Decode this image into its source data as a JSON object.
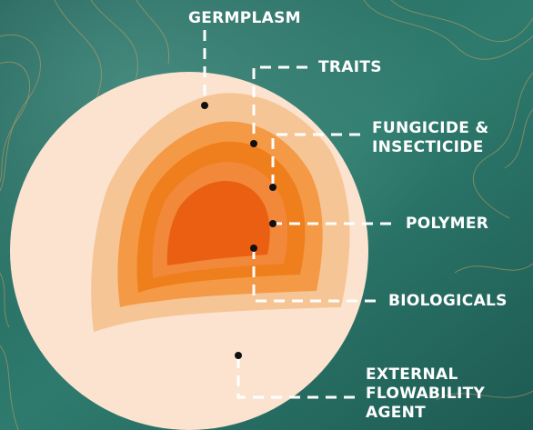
{
  "colors": {
    "background": "#2b7468",
    "seed_outer": "#fbe3cf",
    "layer_1": "#f6c596",
    "layer_2": "#f49a46",
    "layer_3": "#ef7f1c",
    "layer_4": "#f2883a",
    "core": "#ea5f12",
    "leader": "#ffffff",
    "dot": "#111111",
    "contour": "#c9a063"
  },
  "labels": {
    "germplasm": "GERMPLASM",
    "traits": "TRAITS",
    "fungicide": [
      "FUNGICIDE &",
      "INSECTICIDE"
    ],
    "polymer": "POLYMER",
    "biologicals": "BIOLOGICALS",
    "external": [
      "EXTERNAL",
      "FLOWABILITY",
      "AGENT"
    ]
  }
}
